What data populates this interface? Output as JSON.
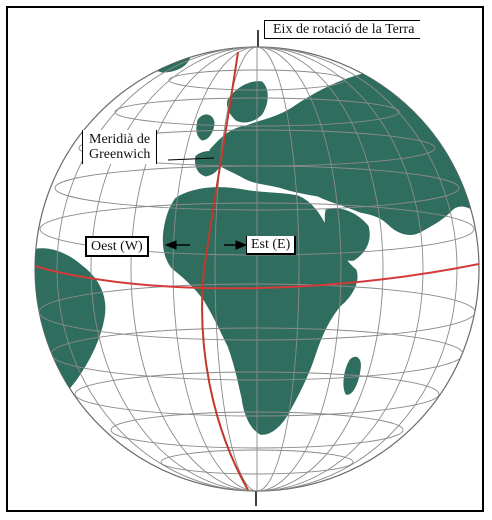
{
  "labels": {
    "axis": "Eix de rotació de la Terra",
    "meridian_line1": "Meridià de",
    "meridian_line2": "Greenwich",
    "west": "Oest (W)",
    "east": "Est (E)"
  },
  "colors": {
    "ocean": "#ffffff",
    "land": "#2f6e5e",
    "grid": "#8a8a8a",
    "equator": "#d43a3a",
    "greenwich": "#c0392b",
    "axis": "#000000",
    "border": "#000000"
  }
}
